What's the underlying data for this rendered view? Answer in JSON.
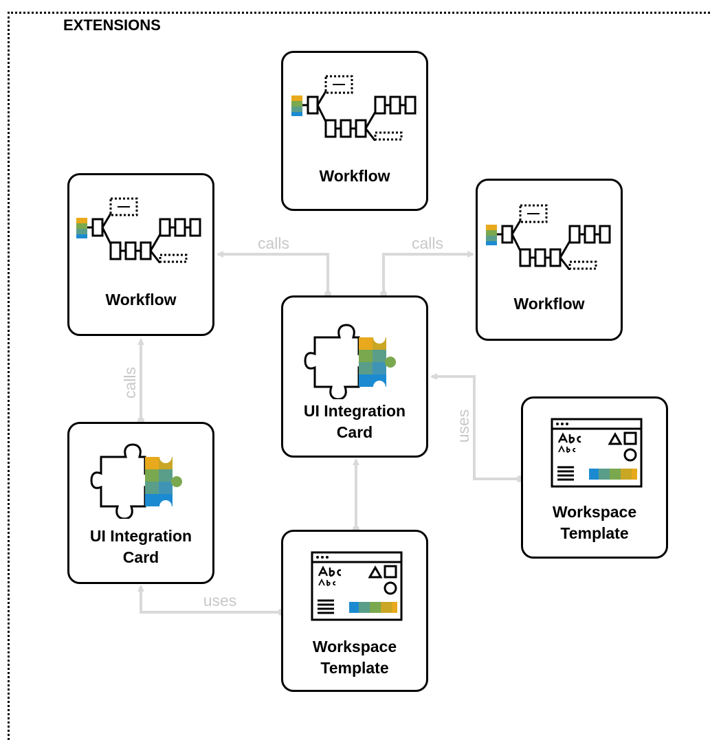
{
  "container": {
    "title": "EXTENSIONS"
  },
  "nodes": {
    "workflow_top": {
      "label": "Workflow"
    },
    "workflow_left": {
      "label": "Workflow"
    },
    "workflow_right": {
      "label": "Workflow"
    },
    "card_center": {
      "line1": "UI Integration",
      "line2": "Card"
    },
    "card_left": {
      "line1": "UI Integration",
      "line2": "Card"
    },
    "template_right": {
      "line1": "Workspace",
      "line2": "Template"
    },
    "template_bottom": {
      "line1": "Workspace",
      "line2": "Template"
    }
  },
  "edges": {
    "center_to_left_workflow": "calls",
    "center_to_right_workflow": "calls",
    "left_card_to_left_workflow": "calls",
    "right_template_to_center_card": "uses",
    "bottom_template_to_left_card": "uses"
  },
  "icons": {
    "workflow": "workflow-icon",
    "puzzle": "puzzle-icon",
    "template": "template-icon"
  },
  "colors": {
    "connector": "#d9d9d9",
    "edge_label": "#c8c8c8",
    "gold": "#e8a91c",
    "teal": "#5a9e8a",
    "green": "#7aa84e",
    "blue": "#1b8ad1",
    "border": "#000000"
  }
}
